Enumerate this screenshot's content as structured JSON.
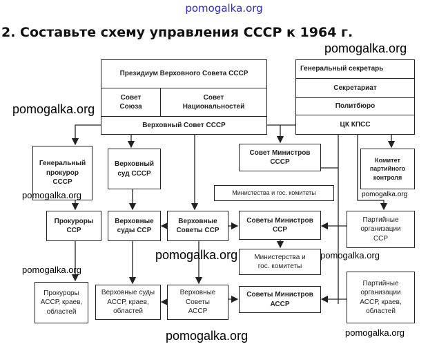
{
  "header": {
    "site": "pomogalka.org",
    "title": "2. Составьте схему управления СССР к 1964 г."
  },
  "state": {
    "presidium": "Президиум Верховного Совета СССР",
    "soviet_union": "Совет Союза",
    "soviet_nationalities": "Совет Национальностей",
    "supreme_soviet": "Верховный Совет СССР"
  },
  "party": {
    "general_secretary": "Генеральный секретарь",
    "secretariat": "Секретариат",
    "politburo": "Политбюро",
    "cc": "ЦК КПСС"
  },
  "level1": {
    "prosecutor": "Генеральный прокурор СССР",
    "court": "Верховный суд СССР",
    "council": "Совет Министров СССР",
    "control": "Комитет партийного контроля",
    "ministries": "Министеcтва и гос. комитеты"
  },
  "level2": {
    "prosecutors": "Прокуроры ССР",
    "courts": "Верховные суды ССР",
    "soviets": "Верховные Советы ССР",
    "councils": "Советы Министров ССР",
    "party_orgs": "Партийные организации ССР",
    "ministries": "Министерства и гос. комитеты"
  },
  "level3": {
    "prosecutors": "Прокуроры АССР, краев, областей",
    "courts": "Верховные суды АССР, краев, областей",
    "soviets": "Верховные Советы АССР",
    "councils": "Советы Министров АССР",
    "party_orgs": "Партийные организации АССР, краев, областей"
  },
  "watermarks": [
    "pomogalka.org",
    "pomogalka.org",
    "pomogalka.org",
    "pomogalka.org",
    "pomogalka.org",
    "pomogalka.org",
    "pomogalka.org",
    "pomogalka.org",
    "pomogalka.org"
  ]
}
